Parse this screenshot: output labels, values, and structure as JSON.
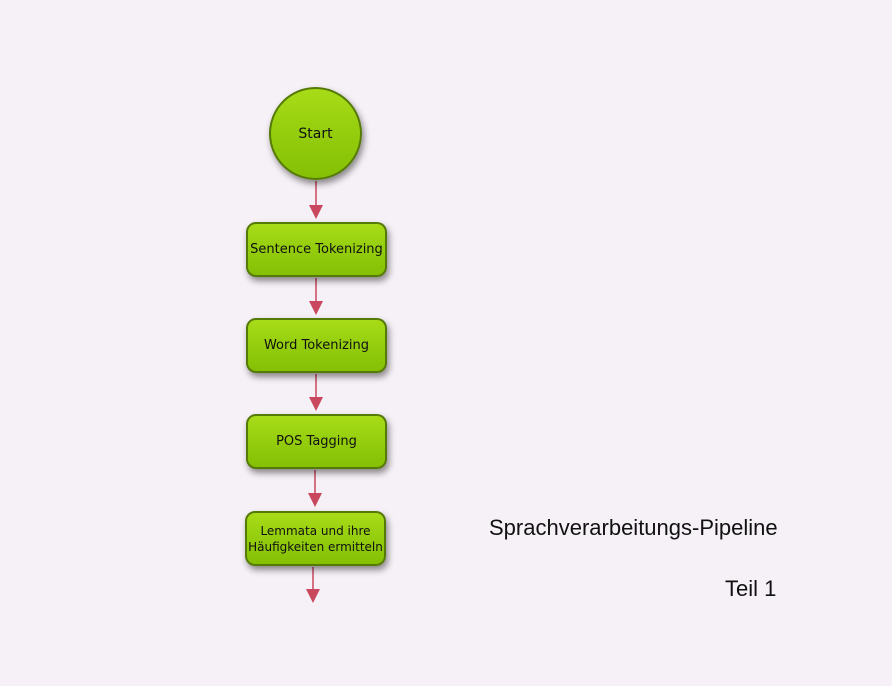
{
  "flow": {
    "start": "Start",
    "steps": [
      "Sentence Tokenizing",
      "Word Tokenizing",
      "POS Tagging",
      "Lemmata und ihre Häufigkeiten ermitteln"
    ],
    "step4_lines": [
      "Lemmata und ihre",
      "Häufigkeiten ermitteln"
    ]
  },
  "caption": {
    "title": "Sprachverarbeitungs-Pipeline",
    "subtitle": "Teil 1"
  },
  "colors": {
    "background": "#f6f1f7",
    "node_fill": "#92cc0c",
    "node_border": "#557a06",
    "arrow": "#c9485e"
  }
}
